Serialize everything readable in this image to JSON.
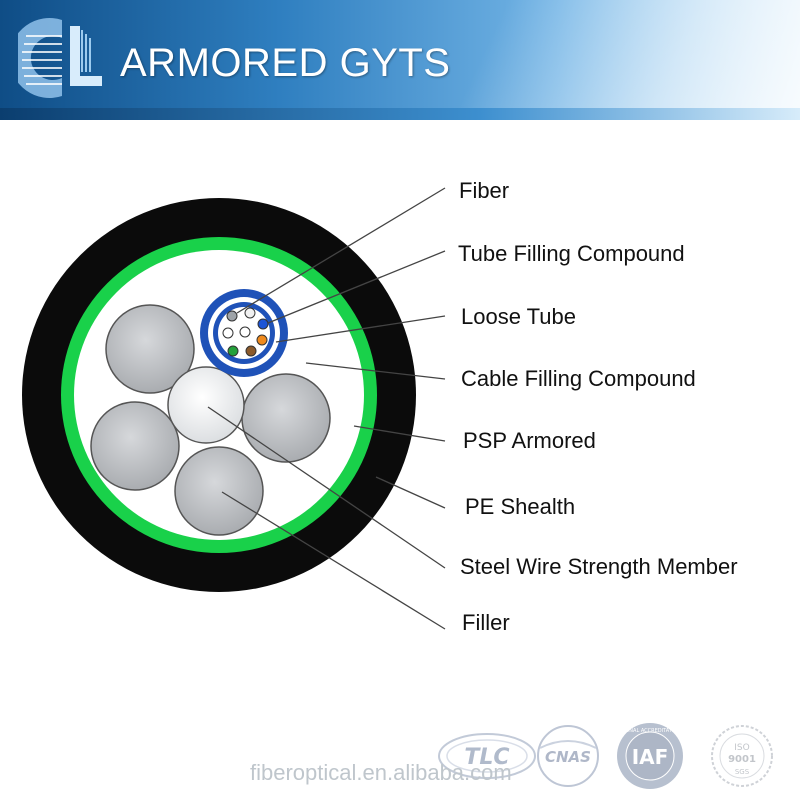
{
  "header": {
    "title": "ARMORED GYTS",
    "logo_icon": "company-logo-icon"
  },
  "labels": [
    {
      "key": "fiber",
      "text": "Fiber"
    },
    {
      "key": "tube-filling-compound",
      "text": "Tube Filling Compound"
    },
    {
      "key": "loose-tube",
      "text": "Loose Tube"
    },
    {
      "key": "cable-filling-compound",
      "text": "Cable Filling Compound"
    },
    {
      "key": "psp-armored",
      "text": "PSP Armored"
    },
    {
      "key": "pe-shealth",
      "text": "PE Shealth"
    },
    {
      "key": "steel-wire-strength-member",
      "text": "Steel Wire Strength Member"
    },
    {
      "key": "filler",
      "text": "Filler"
    }
  ],
  "footer": {
    "url": "fiberoptical.en.alibaba.com",
    "cert_tlc": "TLC",
    "cert_cnas": "CNAS",
    "cert_iaf": "IAF",
    "cert_iaf_ring": "INTERNATIONAL ACCREDITATION FORUM",
    "cert_iso": "ISO",
    "cert_iso_num": "9001",
    "cert_iso_sgs": "SGS"
  },
  "colors": {
    "jacket": "#0b0b0b",
    "psp_armor": "#19d14a",
    "filling": "#ffffff",
    "filler_gray": "#b9bcc0",
    "tube_blue": "#1f52b8"
  }
}
